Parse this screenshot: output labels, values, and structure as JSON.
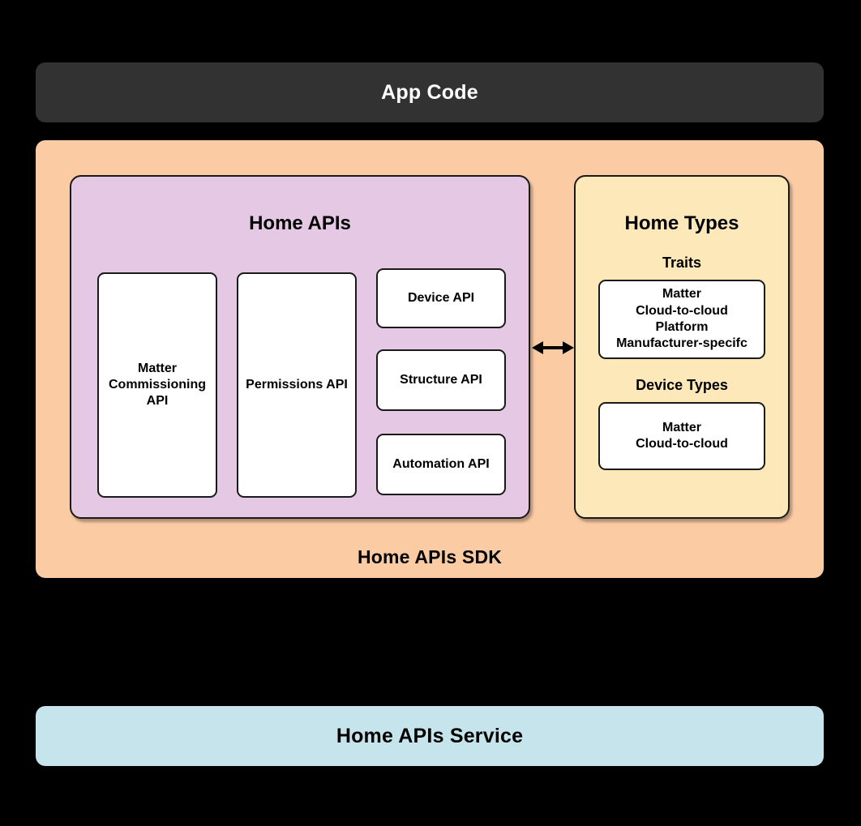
{
  "diagram": {
    "app_code": {
      "label": "App Code",
      "background": "#323232",
      "text_color": "#ffffff"
    },
    "sdk": {
      "caption": "Home APIs SDK",
      "background": "#fbcba4"
    },
    "home_apis": {
      "title": "Home APIs",
      "background": "#e5c8e3",
      "boxes": [
        {
          "label": "Matter\nCommissioning\nAPI",
          "name": "matter-commissioning-api"
        },
        {
          "label": "Permissions API",
          "name": "permissions-api"
        },
        {
          "label": "Device API",
          "name": "device-api"
        },
        {
          "label": "Structure API",
          "name": "structure-api"
        },
        {
          "label": "Automation API",
          "name": "automation-api"
        }
      ]
    },
    "home_types": {
      "title": "Home Types",
      "background": "#fce8b8",
      "traits": {
        "label": "Traits",
        "items": "Matter\nCloud-to-cloud\nPlatform\nManufacturer-specifc"
      },
      "device_types": {
        "label": "Device Types",
        "items": "Matter\nCloud-to-cloud"
      }
    },
    "connector": {
      "name": "bidirectional-arrow",
      "color": "#000000"
    },
    "service": {
      "label": "Home APIs Service",
      "background": "#c5e4ec",
      "text_color": "#000000"
    }
  }
}
